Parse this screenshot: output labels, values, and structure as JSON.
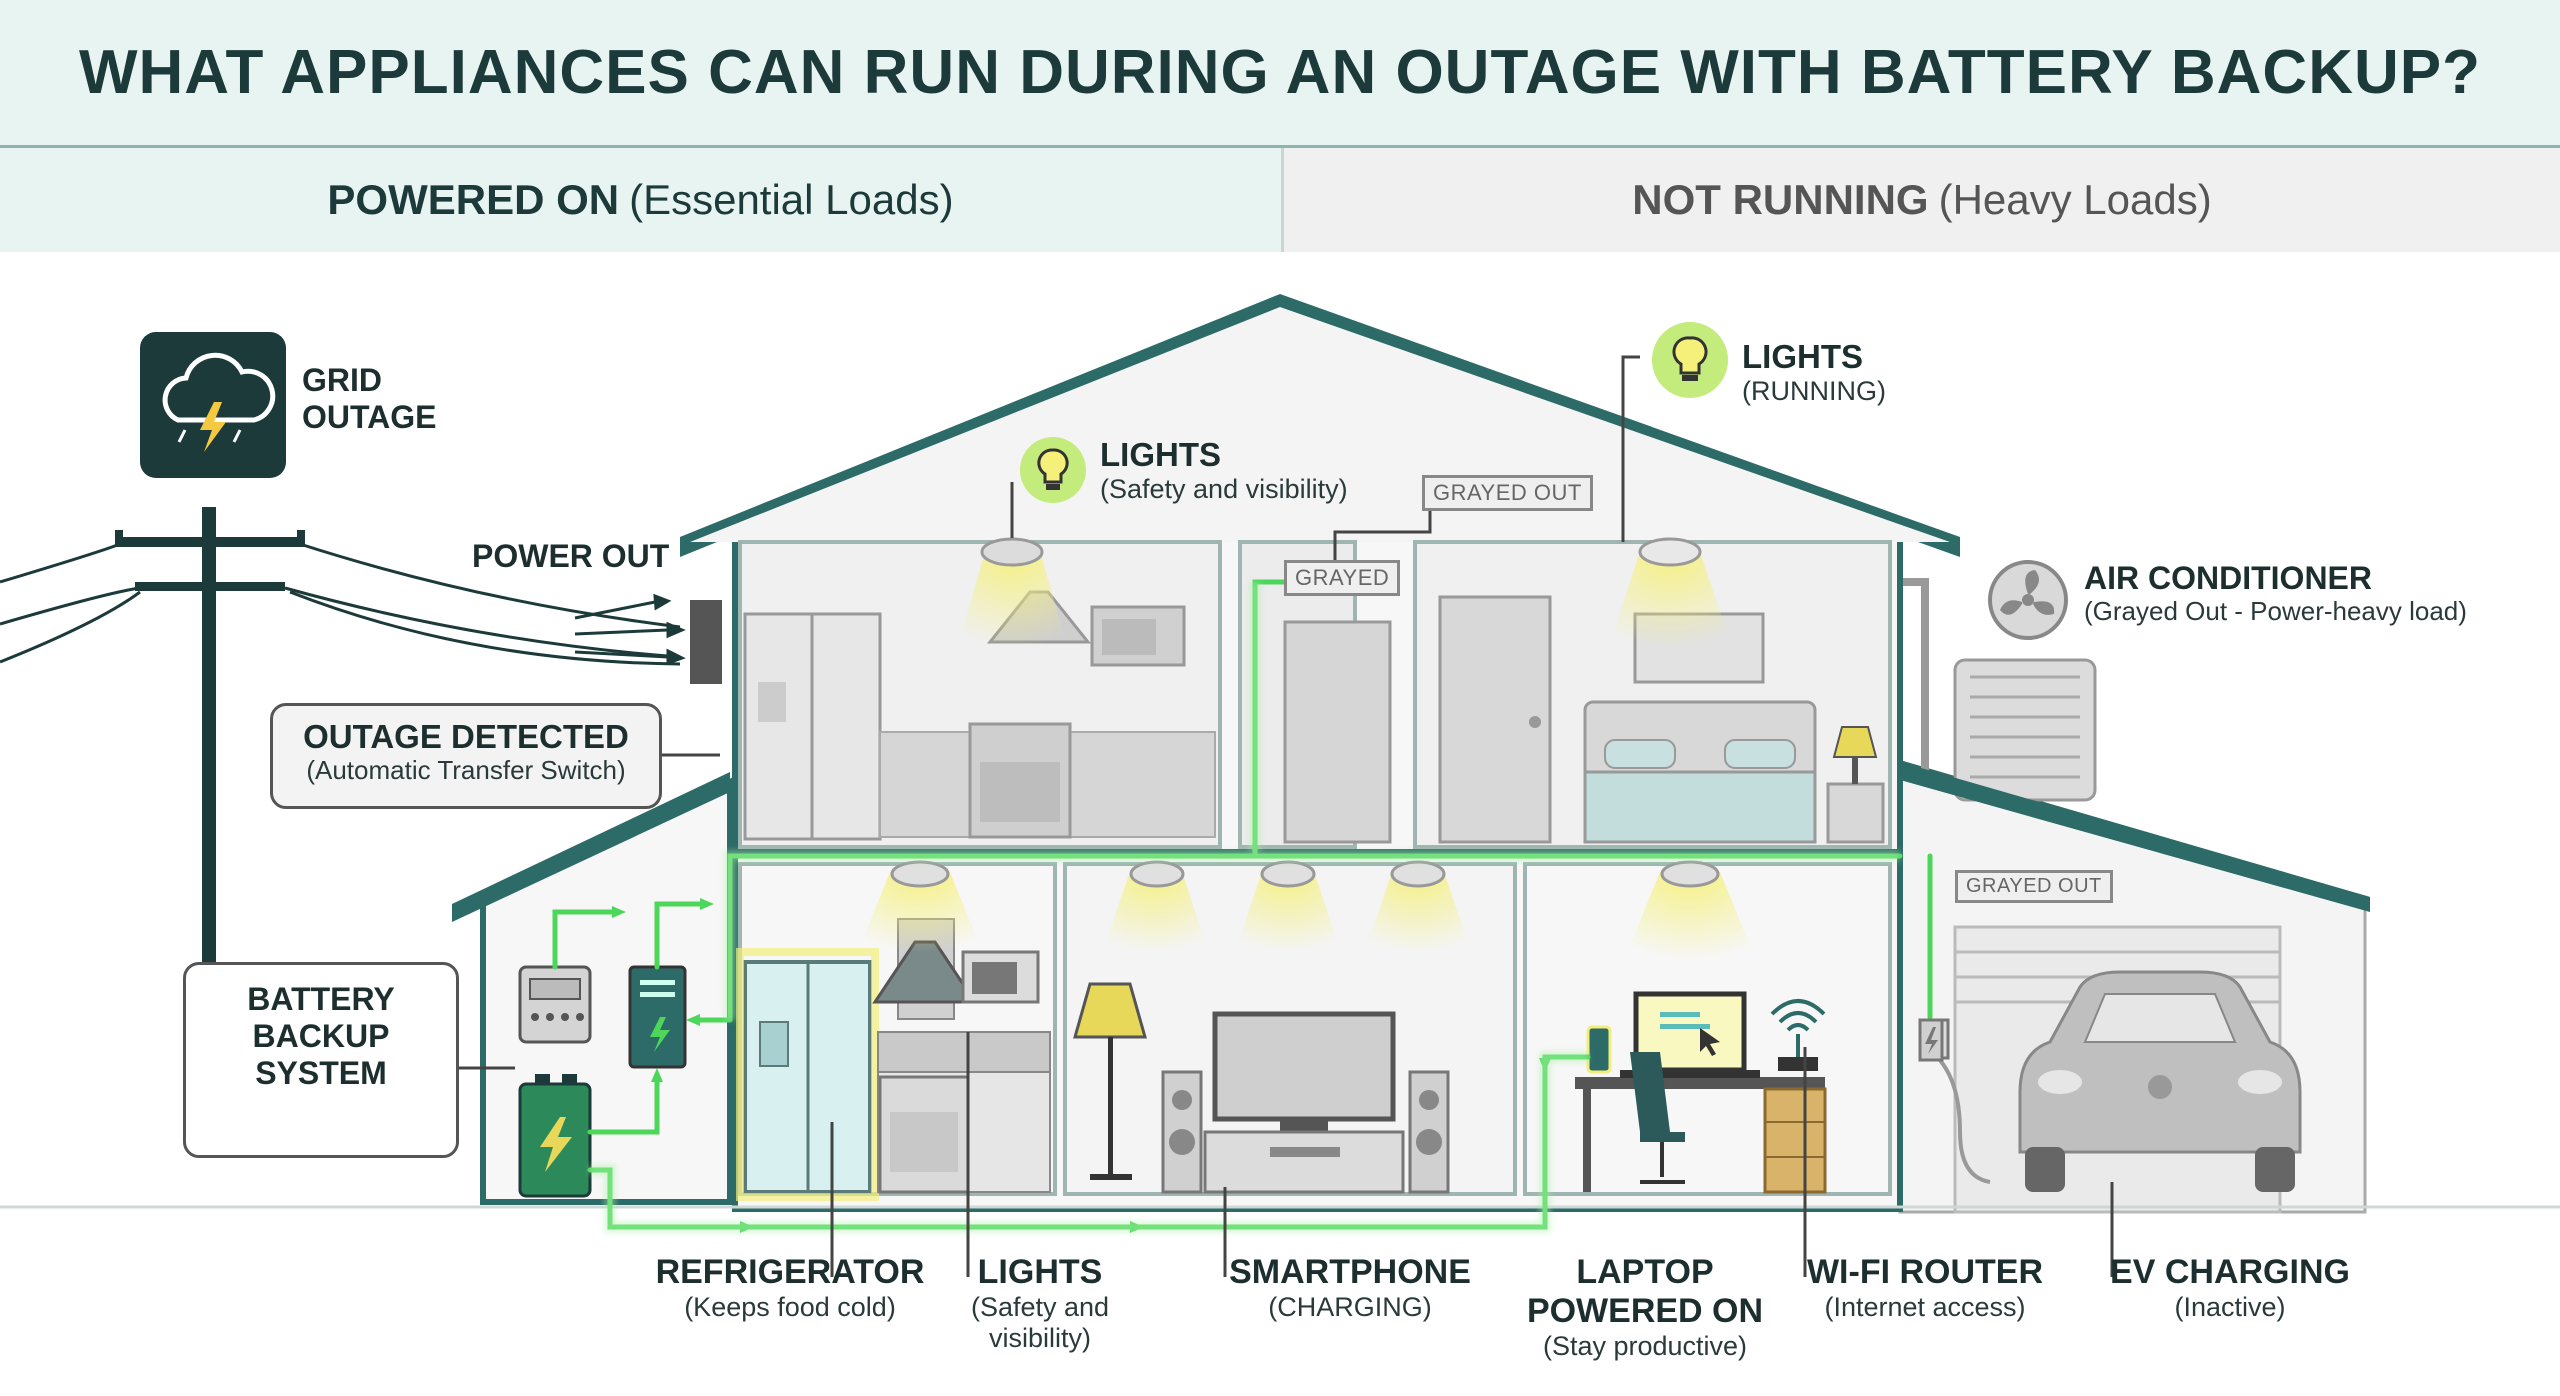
{
  "title": "WHAT APPLIANCES CAN RUN DURING AN OUTAGE WITH BATTERY BACKUP?",
  "status": {
    "on_bold": "POWERED ON",
    "on_rest": "(Essential Loads)",
    "off_bold": "NOT RUNNING",
    "off_rest": "(Heavy Loads)"
  },
  "grid": {
    "line1": "GRID",
    "line2": "OUTAGE",
    "icon": "storm-cloud-icon"
  },
  "power_out": "POWER OUT",
  "outage_detected": {
    "title": "OUTAGE DETECTED",
    "sub": "(Automatic Transfer Switch)"
  },
  "battery": {
    "line1": "BATTERY",
    "line2": "BACKUP",
    "line3": "SYSTEM"
  },
  "lights_kitchen": {
    "title": "LIGHTS",
    "sub": "(Safety and visibility)"
  },
  "lights_bedroom": {
    "title": "LIGHTS",
    "sub": "(RUNNING)"
  },
  "grayed_out_1": "GRAYED OUT",
  "grayed": "GRAYED",
  "grayed_out_2": "GRAYED OUT",
  "air_conditioner": {
    "title": "AIR CONDITIONER",
    "sub": "(Grayed Out - Power-heavy load)"
  },
  "bottom": {
    "refrigerator": {
      "title": "REFRIGERATOR",
      "sub": "(Keeps food cold)"
    },
    "lights": {
      "title": "LIGHTS",
      "sub1": "(Safety and",
      "sub2": "visibility)"
    },
    "smartphone": {
      "title": "SMARTPHONE",
      "sub": "(CHARGING)"
    },
    "laptop": {
      "title1": "LAPTOP",
      "title2": "POWERED ON",
      "sub": "(Stay productive)"
    },
    "router": {
      "title": "WI-FI ROUTER",
      "sub": "(Internet access)"
    },
    "ev": {
      "title": "EV CHARGING",
      "sub": "(Inactive)"
    }
  },
  "colors": {
    "teal": "#2c6b67",
    "green": "#4cd65a",
    "glow": "#f2ee7a",
    "gray": "#9a9a9a"
  }
}
